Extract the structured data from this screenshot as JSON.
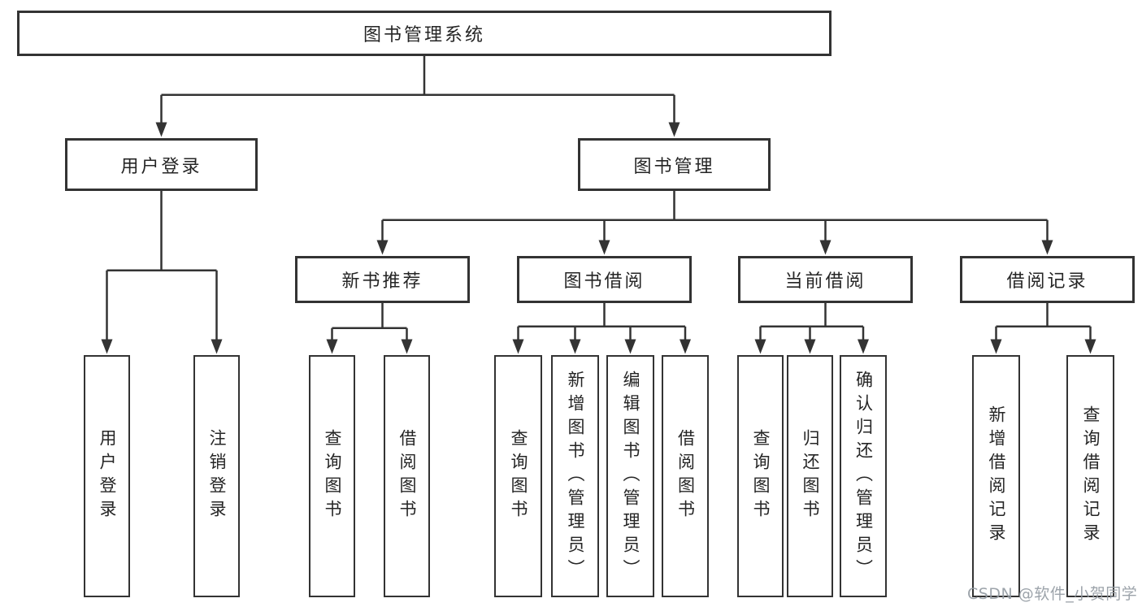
{
  "diagram": {
    "root": {
      "label": "图书管理系统",
      "children": [
        {
          "label": "用户登录",
          "children": [
            {
              "label": "用户登录"
            },
            {
              "label": "注销登录"
            }
          ]
        },
        {
          "label": "图书管理",
          "children": [
            {
              "label": "新书推荐",
              "children": [
                {
                  "label": "查询图书"
                },
                {
                  "label": "借阅图书"
                }
              ]
            },
            {
              "label": "图书借阅",
              "children": [
                {
                  "label": "查询图书"
                },
                {
                  "label": "新增图书（管理员）"
                },
                {
                  "label": "编辑图书（管理员）"
                },
                {
                  "label": "借阅图书"
                }
              ]
            },
            {
              "label": "当前借阅",
              "children": [
                {
                  "label": "查询图书"
                },
                {
                  "label": "归还图书"
                },
                {
                  "label": "确认归还（管理员）"
                }
              ]
            },
            {
              "label": "借阅记录",
              "children": [
                {
                  "label": "新增借阅记录"
                },
                {
                  "label": "查询借阅记录"
                }
              ]
            }
          ]
        }
      ]
    }
  },
  "watermark": {
    "text": "CSDN @软件_小贺同学"
  },
  "colors": {
    "line": "#333333",
    "box_border": "#333333",
    "box_fill": "#ffffff",
    "text": "#252525",
    "background": "#ffffff",
    "watermark_text": "#949ba3"
  }
}
